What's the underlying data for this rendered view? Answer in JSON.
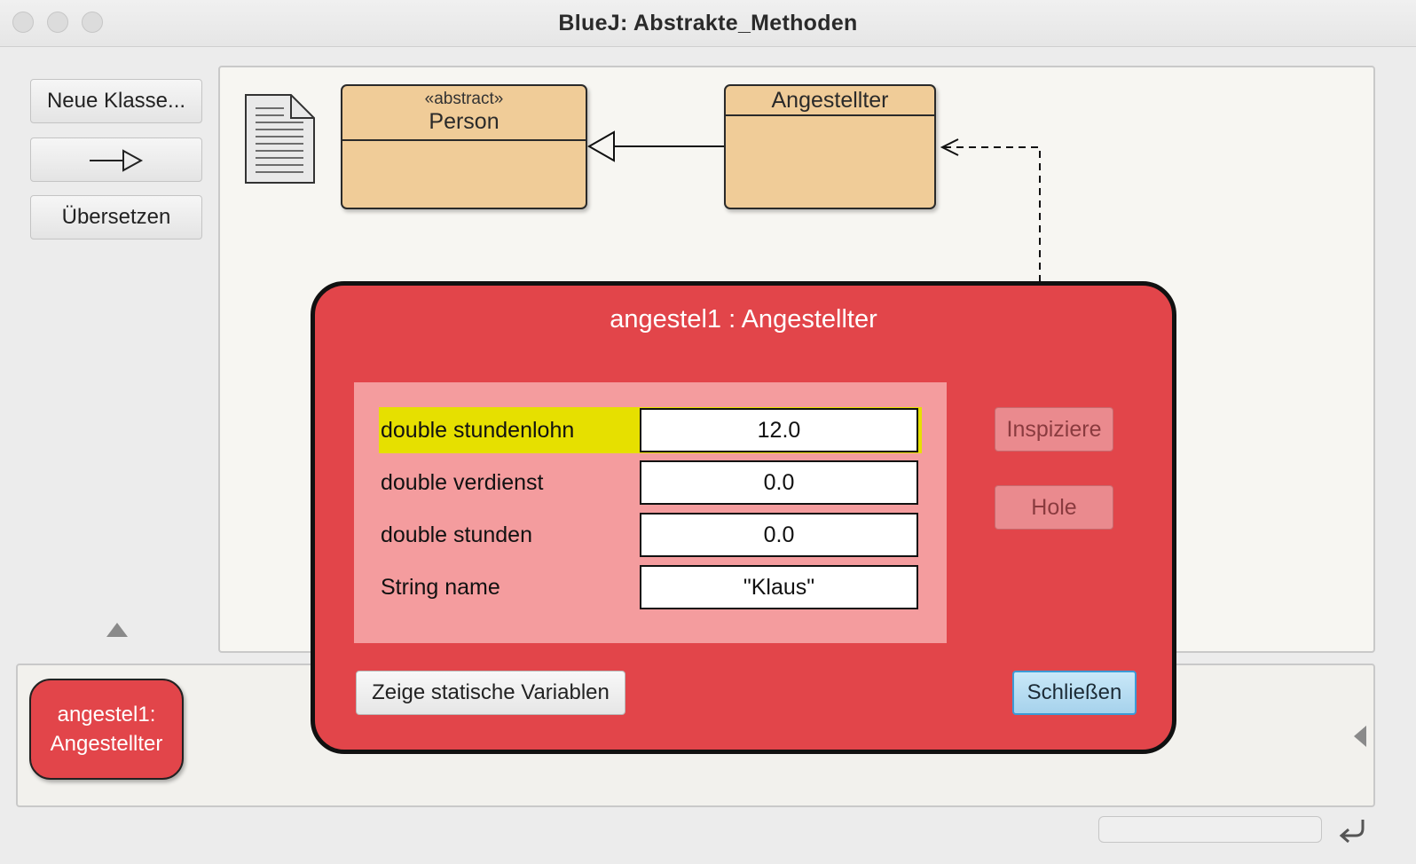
{
  "window": {
    "title": "BlueJ:  Abstrakte_Methoden"
  },
  "toolbar": {
    "new_class_label": "Neue Klasse...",
    "arrow_icon": "inheritance-arrow-icon",
    "compile_label": "Übersetzen"
  },
  "diagram": {
    "classes": [
      {
        "stereotype": "«abstract»",
        "name": "Person"
      },
      {
        "name": "Angestellter"
      }
    ]
  },
  "object_bench": {
    "objects": [
      {
        "line1": "angestel1:",
        "line2": "Angestellter"
      }
    ]
  },
  "inspector": {
    "title": "angestel1 : Angestellter",
    "fields": [
      {
        "label": "double stundenlohn",
        "value": "12.0"
      },
      {
        "label": "double verdienst",
        "value": "0.0"
      },
      {
        "label": "double stunden",
        "value": "0.0"
      },
      {
        "label": "String name",
        "value": "\"Klaus\""
      }
    ],
    "inspect_label": "Inspiziere",
    "get_label": "Hole",
    "static_vars_label": "Zeige statische Variablen",
    "close_label": "Schließen"
  },
  "colors": {
    "object_red": "#e2454a",
    "class_fill": "#f0cc98",
    "field_highlight": "#e6e000",
    "fields_panel": "#f49c9e"
  }
}
